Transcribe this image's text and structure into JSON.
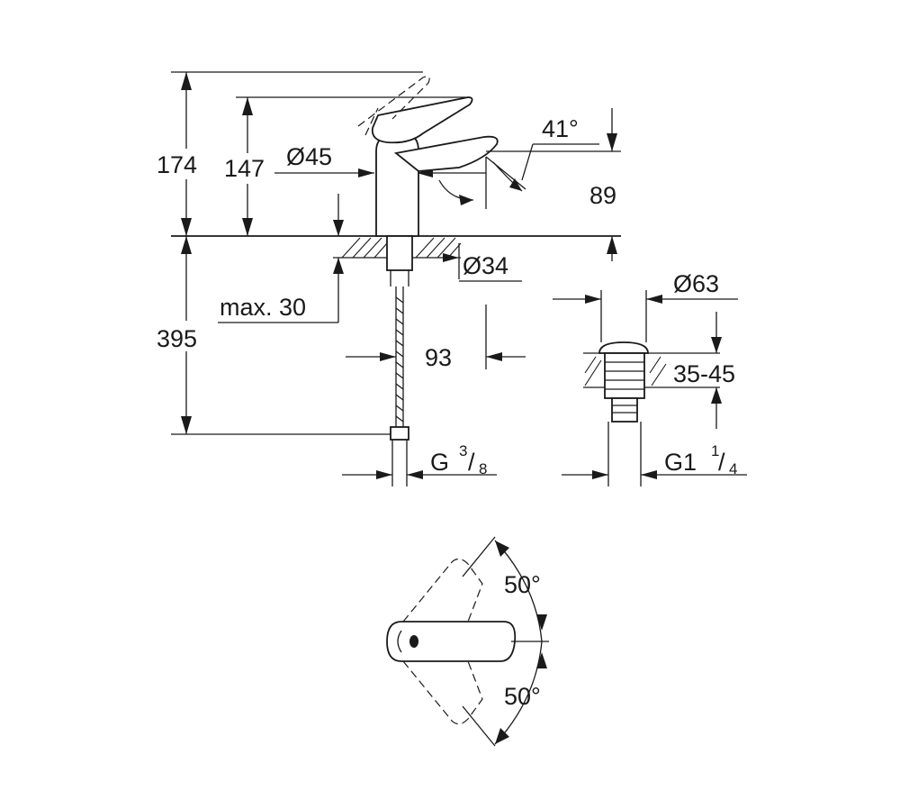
{
  "dimensions": {
    "height_total": "174",
    "height_spout": "147",
    "diameter_body": "Ø45",
    "lever_angle": "41°",
    "spout_height_offset": "89",
    "diameter_hole": "Ø34",
    "max_deck": "max. 30",
    "height_below": "395",
    "spout_reach": "93",
    "connection_thread_main": "G",
    "connection_thread_num": "3",
    "connection_thread_den": "8",
    "diameter_waste": "Ø63",
    "waste_range": "35-45",
    "waste_thread_main": "G1",
    "waste_thread_num": "1",
    "waste_thread_den": "4",
    "rotation_upper": "50°",
    "rotation_lower": "50°"
  }
}
